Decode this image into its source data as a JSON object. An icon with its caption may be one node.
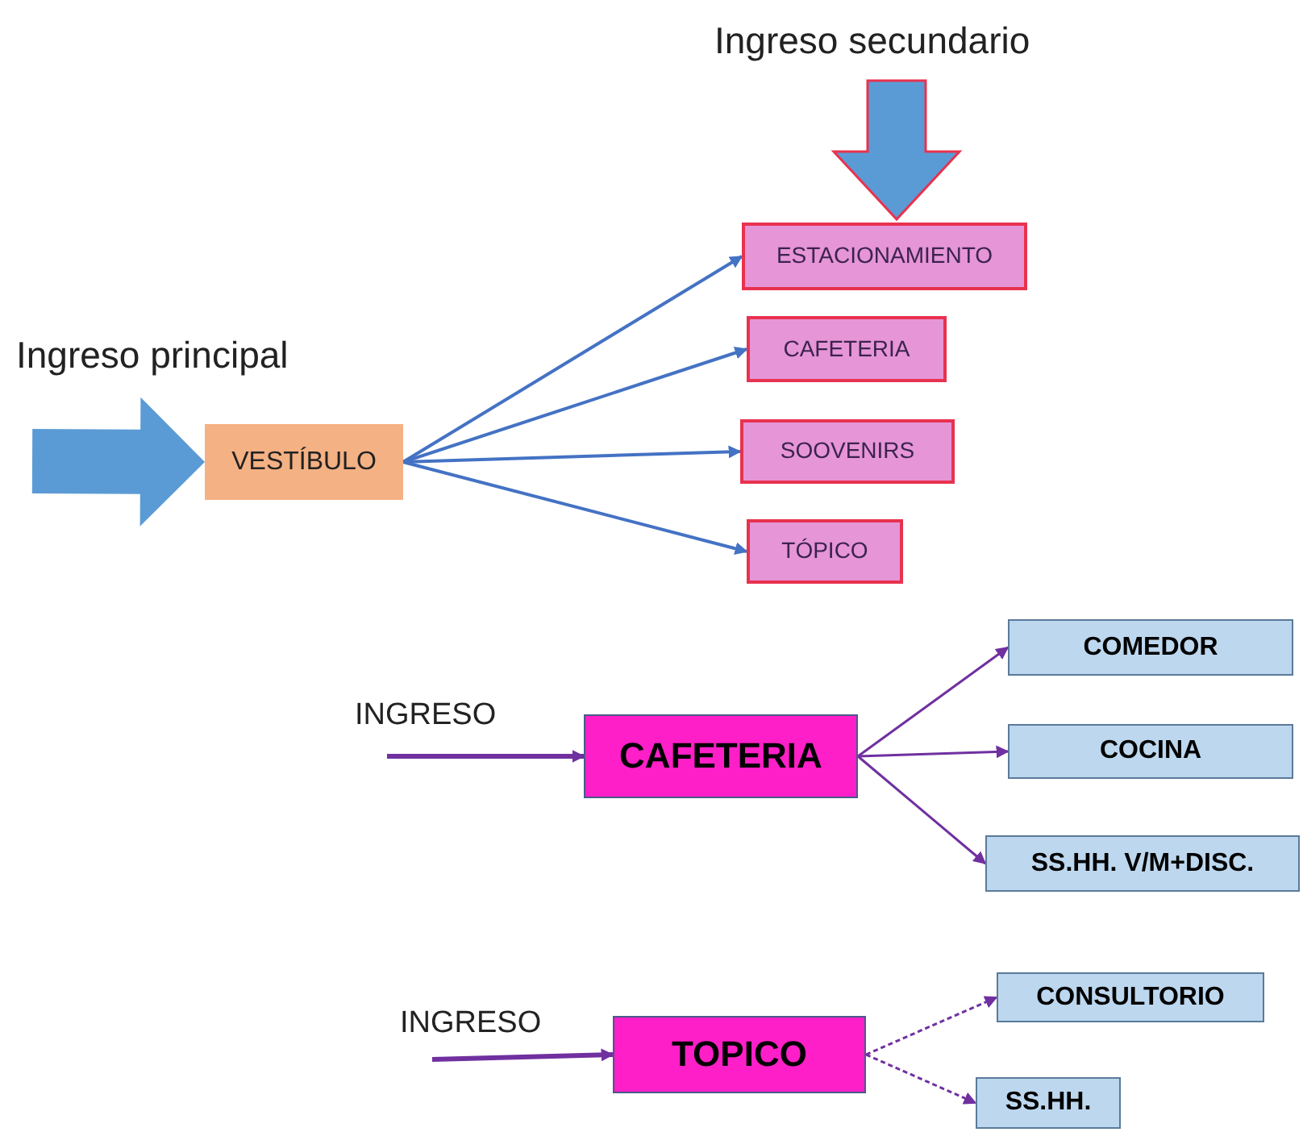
{
  "diagram": {
    "nodes": [
      {
        "text": [
          "VESTÍBULO"
        ]
      },
      {
        "text": [
          "ESTACIONAMIENTO"
        ]
      },
      {
        "text": [
          "CAFETERIA"
        ]
      },
      {
        "text": [
          "SOOVENIRS"
        ]
      },
      {
        "text": [
          "TÓPICO"
        ]
      },
      {
        "text": [
          "CAFETERIA"
        ]
      },
      {
        "text": [
          "COMEDOR"
        ]
      },
      {
        "text": [
          "COCINA"
        ]
      },
      {
        "text": [
          "SS.HH. V/M+DISC."
        ]
      },
      {
        "text": [
          "TOPICO"
        ]
      },
      {
        "text": [
          "CONSULTORIO"
        ]
      },
      {
        "text": [
          "SS.HH."
        ]
      }
    ],
    "edges": [
      {
        "from": null,
        "to": 0,
        "arrow": "to",
        "style": "thick",
        "color": "#5b9bd5",
        "label": "Ingreso principal"
      },
      {
        "from": null,
        "to": 1,
        "arrow": "to",
        "style": "thick",
        "color": "#5b9bd5",
        "label": "Ingreso secundario"
      },
      {
        "from": 0,
        "to": 1,
        "arrow": "to",
        "color": "#4472c4"
      },
      {
        "from": 0,
        "to": 2,
        "arrow": "to",
        "color": "#4472c4"
      },
      {
        "from": 0,
        "to": 3,
        "arrow": "to",
        "color": "#4472c4"
      },
      {
        "from": 0,
        "to": 4,
        "arrow": "to",
        "color": "#4472c4"
      },
      {
        "from": null,
        "to": 5,
        "arrow": "to",
        "label": "INGRESO"
      },
      {
        "from": 5,
        "to": 6,
        "arrow": "to"
      },
      {
        "from": 5,
        "to": 7,
        "arrow": "to"
      },
      {
        "from": 5,
        "to": 8,
        "arrow": "to"
      },
      {
        "from": null,
        "to": 9,
        "arrow": "to",
        "label": "INGRESO"
      },
      {
        "from": 9,
        "to": 10,
        "arrow": "to",
        "style": "dashed"
      },
      {
        "from": 9,
        "to": 11,
        "arrow": "to",
        "style": "dashed"
      }
    ]
  }
}
